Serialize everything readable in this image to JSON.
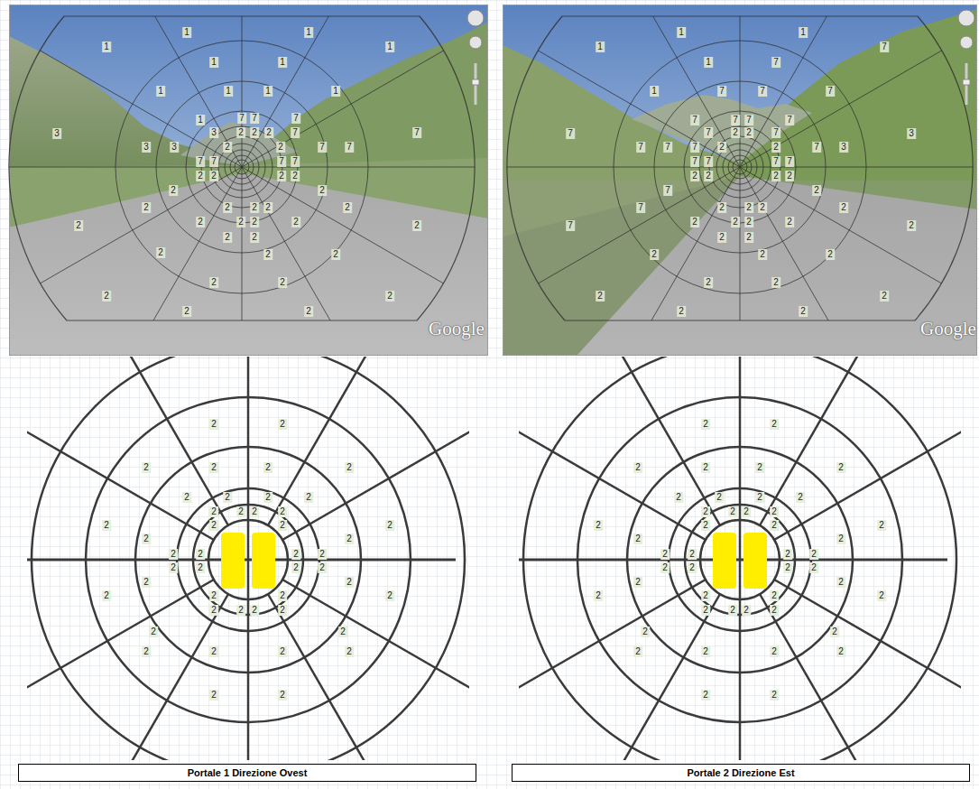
{
  "diagram": {
    "nodes": [
      {
        "text": [
          "Portale 1 Direzione Ovest"
        ]
      },
      {
        "text": [
          "Portale 2 Direzione Est"
        ]
      }
    ],
    "labels": [
      "1",
      "1",
      "1",
      "1",
      "1",
      "1",
      "1",
      "1",
      "1",
      "1",
      "1",
      "7",
      "7",
      "7",
      "3",
      "3",
      "2",
      "2",
      "2",
      "7",
      "7",
      "3",
      "3",
      "2",
      "2",
      "7",
      "7",
      "7",
      "7",
      "7",
      "7",
      "2",
      "2",
      "2",
      "2",
      "2",
      "2",
      "2",
      "2",
      "2",
      "2",
      "2",
      "2",
      "2",
      "2",
      "2",
      "2",
      "2",
      "2",
      "2",
      "2",
      "2",
      "2",
      "2",
      "2",
      "2",
      "2",
      "2",
      "2",
      "Google",
      "1",
      "1",
      "1",
      "7",
      "1",
      "7",
      "1",
      "7",
      "7",
      "7",
      "7",
      "7",
      "7",
      "7",
      "7",
      "7",
      "2",
      "2",
      "7",
      "3",
      "7",
      "7",
      "7",
      "2",
      "2",
      "7",
      "3",
      "7",
      "7",
      "7",
      "7",
      "2",
      "2",
      "2",
      "2",
      "7",
      "2",
      "7",
      "2",
      "2",
      "2",
      "2",
      "2",
      "2",
      "2",
      "2",
      "7",
      "2",
      "2",
      "2",
      "2",
      "2",
      "2",
      "2",
      "2",
      "2",
      "2",
      "2",
      "2",
      "Google",
      "2",
      "2",
      "2",
      "2",
      "2",
      "2",
      "2",
      "2",
      "2",
      "2",
      "2",
      "2",
      "2",
      "2",
      "2",
      "2",
      "2",
      "2",
      "2",
      "2",
      "2",
      "2",
      "2",
      "2",
      "2",
      "2",
      "2",
      "2",
      "2",
      "2",
      "2",
      "2",
      "2",
      "2",
      "2",
      "2",
      "2",
      "2",
      "2",
      "2",
      "2",
      "2",
      "2",
      "2",
      "2",
      "2",
      "2",
      "2",
      "2",
      "2",
      "2",
      "2",
      "2",
      "2",
      "2",
      "2",
      "2",
      "2",
      "2",
      "2",
      "2",
      "2",
      "2",
      "2",
      "2",
      "2",
      "2",
      "2",
      "2",
      "2",
      "2",
      "2",
      "2",
      "2",
      "2",
      "2",
      "2",
      "2",
      "2",
      "2",
      "2",
      "2",
      "2",
      "2",
      "2",
      "2",
      "2",
      "2",
      "2",
      "2",
      "2",
      "2"
    ]
  }
}
